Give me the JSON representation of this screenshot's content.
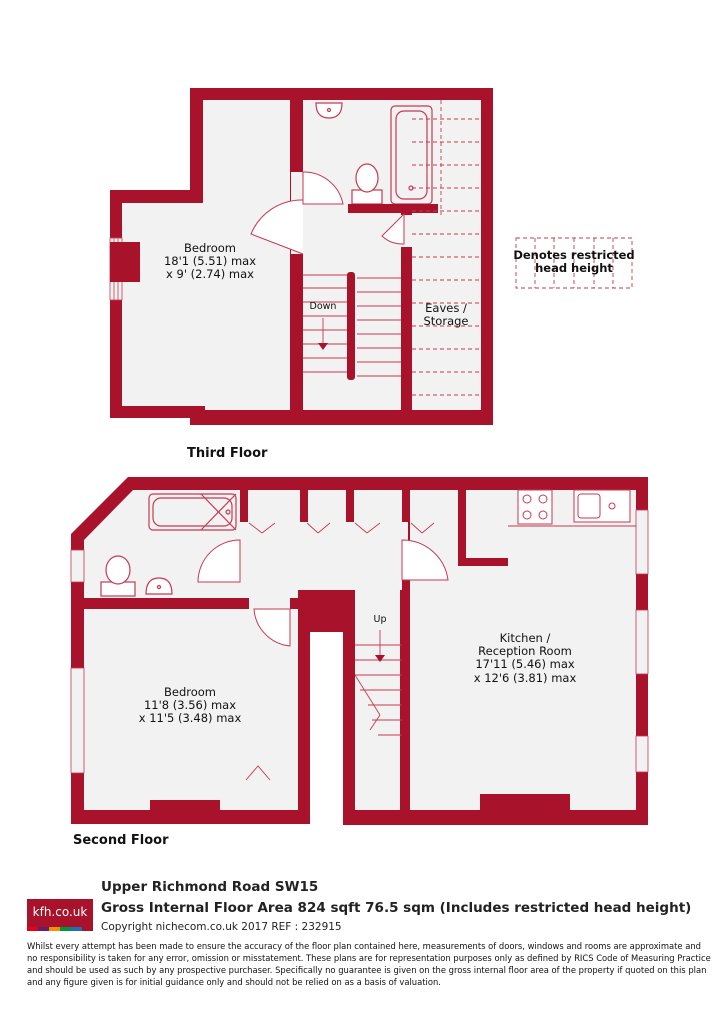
{
  "third_floor": {
    "floor_label": "Third Floor",
    "bedroom": {
      "name": "Bedroom",
      "dims1": "18'1 (5.51) max",
      "dims2": "x 9' (2.74) max"
    },
    "stairs_label": "Down",
    "eaves_label": "Eaves /",
    "eaves_label2": "Storage"
  },
  "second_floor": {
    "floor_label": "Second Floor",
    "bedroom": {
      "name": "Bedroom",
      "dims1": "11'8 (3.56) max",
      "dims2": "x 11'5 (3.48) max"
    },
    "stairs_label": "Up",
    "kitchen": {
      "name": "Kitchen /",
      "name2": "Reception Room",
      "dims1": "17'11 (5.46) max",
      "dims2": "x 12'6 (3.81) max"
    }
  },
  "legend": {
    "line1": "Denotes restricted",
    "line2": "head height"
  },
  "footer": {
    "address": "Upper Richmond Road  SW15",
    "area": "Gross Internal Floor Area 824 sqft 76.5 sqm (Includes restricted head height)",
    "copyright": "Copyright nichecom.co.uk 2017 REF : 232915",
    "disclaimer": "Whilst every attempt has been made to ensure the accuracy of the floor plan contained here, measurements of doors, windows and rooms are approximate and no responsibility is taken for any error, omission or misstatement.  These plans are for representation purposes only as defined by RICS Code of Measuring Practice and should be used as such by any prospective purchaser.  Specifically no guarantee is given on the gross internal floor area of the property if quoted on this plan and any figure given is for initial guidance only and should not be relied on as a basis of valuation."
  },
  "logo": {
    "text": "kfh.co.uk",
    "stripe_colors": [
      "#e2001a",
      "#6a1b6d",
      "#f39200",
      "#009640",
      "#1d71b8",
      "#a8122a"
    ]
  },
  "colors": {
    "wall": "#a8122a",
    "floor": "#f2f2f2",
    "line": "#c63a52"
  }
}
